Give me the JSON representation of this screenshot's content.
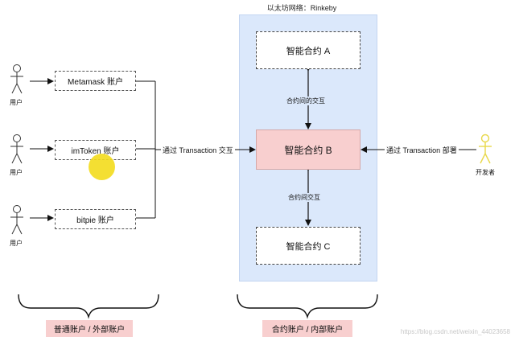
{
  "network": {
    "title": "以太坊网络：Rinkeby"
  },
  "contracts": {
    "a": "智能合约 A",
    "b": "智能合约 B",
    "c": "智能合约 C"
  },
  "edges": {
    "a_b": "合约间的交互",
    "b_c": "合约间交互",
    "users_to_b": "通过 Transaction 交互",
    "dev_to_b": "通过 Transaction 部署"
  },
  "accounts": [
    {
      "label": "Metamask 账户",
      "user": "用户"
    },
    {
      "label": "imToken 账户",
      "user": "用户"
    },
    {
      "label": "bitpie 账户",
      "user": "用户"
    }
  ],
  "developer": {
    "label": "开发者"
  },
  "groups": {
    "external": "普通账户 / 外部账户",
    "internal": "合约账户 / 内部账户"
  },
  "watermark": "https://blog.csdn.net/weixin_44023658",
  "colors": {
    "panel_bg": "#dbe8fb",
    "contract_b_bg": "#f8cfcf",
    "group_label_bg": "#f8cfcf",
    "developer_figure": "#e8d84a",
    "cursor_highlight": "#f3dc1c"
  }
}
